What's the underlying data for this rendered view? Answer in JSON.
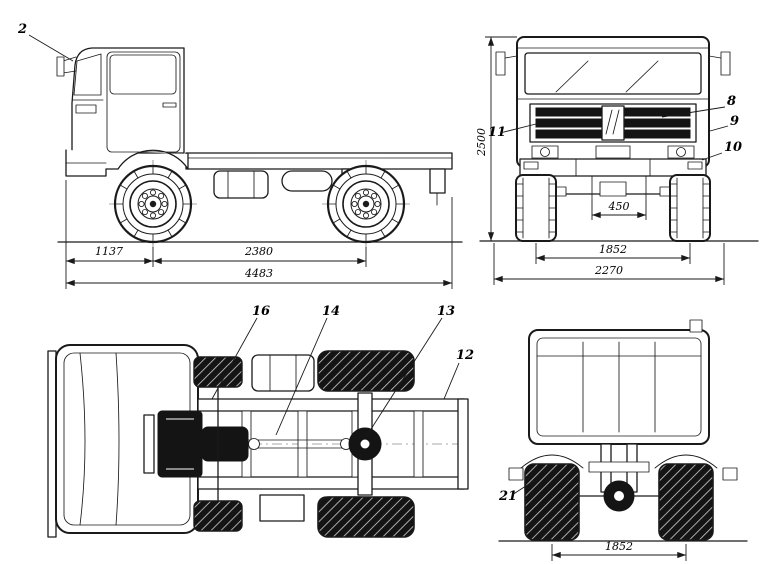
{
  "colors": {
    "ink": "#1a1a1a",
    "paper": "#ffffff"
  },
  "views": {
    "side": {
      "callout_2": "2",
      "dim_front_overhang": "1137",
      "dim_wheelbase": "2380",
      "dim_overall_length": "4483"
    },
    "front": {
      "callout_8": "8",
      "callout_9": "9",
      "callout_10": "10",
      "callout_11": "11",
      "dim_height": "2500",
      "dim_frame": "450",
      "dim_track": "1852",
      "dim_overall_width": "2270"
    },
    "plan": {
      "callout_16": "16",
      "callout_14": "14",
      "callout_13": "13",
      "callout_12": "12"
    },
    "rear": {
      "callout_21": "21",
      "dim_track": "1852"
    }
  }
}
